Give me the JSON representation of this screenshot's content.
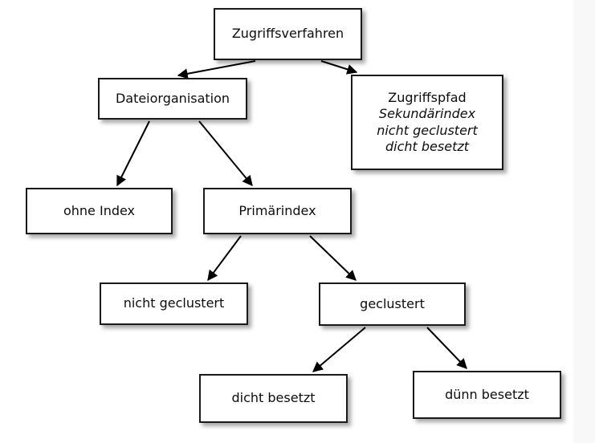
{
  "diagram": {
    "title": "Zugriffsverfahren",
    "type": "tree-diagram",
    "colors": {
      "node_fill": "#ffffff",
      "node_border": "#1a1a1a",
      "text": "#0d0d0d",
      "edge": "#000000",
      "page_background": "#ffffff",
      "right_strip": "#f8f8f8"
    },
    "nodes": [
      {
        "id": "root",
        "lines": [
          {
            "text": "Zugriffsverfahren",
            "style": "upright"
          }
        ]
      },
      {
        "id": "dateiorganisation",
        "lines": [
          {
            "text": "Dateiorganisation",
            "style": "upright"
          }
        ]
      },
      {
        "id": "zugriffspfad",
        "lines": [
          {
            "text": "Zugriffspfad",
            "style": "upright"
          },
          {
            "text": "Sekundärindex",
            "style": "italic"
          },
          {
            "text": "nicht geclustert",
            "style": "italic"
          },
          {
            "text": "dicht besetzt",
            "style": "italic"
          }
        ]
      },
      {
        "id": "ohne-index",
        "lines": [
          {
            "text": "ohne Index",
            "style": "upright"
          }
        ]
      },
      {
        "id": "primaerindex",
        "lines": [
          {
            "text": "Primärindex",
            "style": "upright"
          }
        ]
      },
      {
        "id": "nicht-geclustert",
        "lines": [
          {
            "text": "nicht geclustert",
            "style": "upright"
          }
        ]
      },
      {
        "id": "geclustert",
        "lines": [
          {
            "text": "geclustert",
            "style": "upright"
          }
        ]
      },
      {
        "id": "dicht-besetzt",
        "lines": [
          {
            "text": "dicht besetzt",
            "style": "upright"
          }
        ]
      },
      {
        "id": "duenn-besetzt",
        "lines": [
          {
            "text": "dünn besetzt",
            "style": "upright"
          }
        ]
      }
    ],
    "edges": [
      {
        "from": "root",
        "to": "dateiorganisation"
      },
      {
        "from": "root",
        "to": "zugriffspfad"
      },
      {
        "from": "dateiorganisation",
        "to": "ohne-index"
      },
      {
        "from": "dateiorganisation",
        "to": "primaerindex"
      },
      {
        "from": "primaerindex",
        "to": "nicht-geclustert"
      },
      {
        "from": "primaerindex",
        "to": "geclustert"
      },
      {
        "from": "geclustert",
        "to": "dicht-besetzt"
      },
      {
        "from": "geclustert",
        "to": "duenn-besetzt"
      }
    ]
  }
}
